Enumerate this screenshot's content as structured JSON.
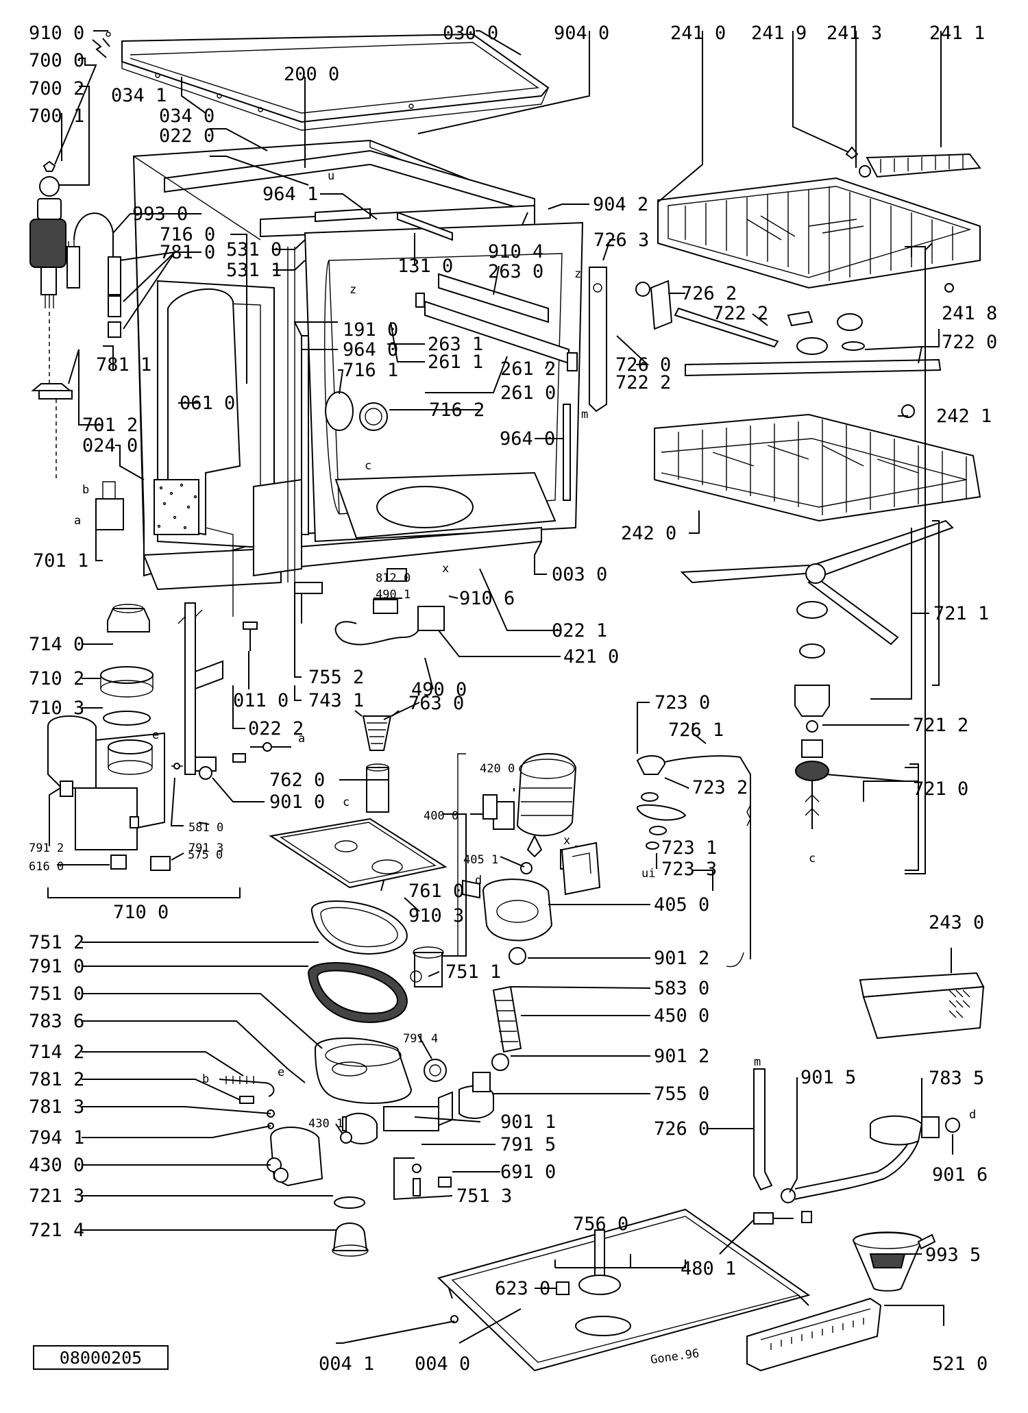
{
  "document_code": "08000205",
  "signature_text": "Gone.96",
  "letter_markers": [
    "a",
    "b",
    "c",
    "d",
    "e",
    "m",
    "u",
    "x",
    "z",
    "ui"
  ],
  "part_labels": [
    "910 0",
    "700 0",
    "700 2",
    "700 1",
    "034 1",
    "030 0",
    "904 0",
    "200 0",
    "034 0",
    "022 0",
    "241 0",
    "241 9",
    "241 3",
    "241 1",
    "964 1",
    "993 0",
    "716 0",
    "781 0",
    "531 0",
    "531 1",
    "904 2",
    "910 4",
    "726 3",
    "131 0",
    "263 0",
    "726 2",
    "722 2",
    "241 8",
    "722 0",
    "781 1",
    "191 0",
    "964 0",
    "716 1",
    "263 1",
    "261 1",
    "261 2",
    "261 0",
    "726 0",
    "722 2",
    "716 2",
    "701 2",
    "024 0",
    "061 0",
    "964 0",
    "242 1",
    "701 1",
    "242 0",
    "003 0",
    "812 0",
    "490 1",
    "910 6",
    "022 1",
    "721 1",
    "714 0",
    "421 0",
    "755 2",
    "743 1",
    "490 0",
    "011 0",
    "710 2",
    "022 2",
    "763 0",
    "710 3",
    "723 0",
    "726 1",
    "721 2",
    "762 0",
    "901 0",
    "420 0",
    "723 2",
    "400 0",
    "721 0",
    "581 0",
    "791 3",
    "405 1",
    "723 1",
    "723 3",
    "791 2",
    "616 0",
    "575 0",
    "761 0",
    "405 0",
    "710 0",
    "910 3",
    "243 0",
    "751 2",
    "751 1",
    "901 2",
    "791 0",
    "583 0",
    "751 0",
    "450 0",
    "783 6",
    "791 4",
    "714 2",
    "901 2",
    "781 2",
    "755 0",
    "901 5",
    "783 5",
    "781 3",
    "430 1",
    "901 1",
    "726 0",
    "794 1",
    "791 5",
    "430 0",
    "691 0",
    "901 6",
    "751 3",
    "721 3",
    "756 0",
    "993 5",
    "721 4",
    "623 0",
    "480 1",
    "004 1",
    "004 0",
    "521 0"
  ]
}
